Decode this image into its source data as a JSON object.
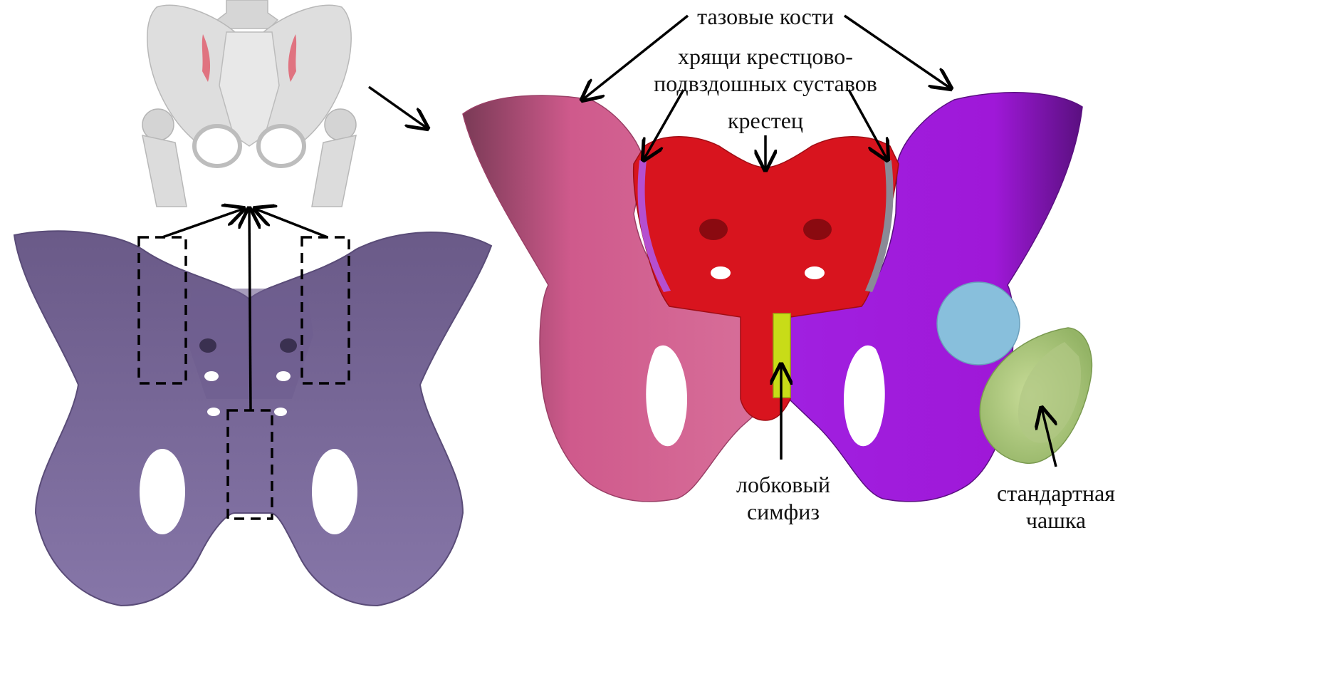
{
  "labels": {
    "pelvic_bones": "тазовые кости",
    "si_cartilage_line1": "хрящи крестцово-",
    "si_cartilage_line2": "подвздошных суставов",
    "sacrum": "крестец",
    "symphysis_line1": "лобковый",
    "symphysis_line2": "симфиз",
    "cup_line1": "стандартная",
    "cup_line2": "чашка"
  },
  "colors": {
    "sacrum": "#d8141e",
    "right_pelvic_bone": "#cf5a8c",
    "left_pelvic_bone": "#9f18d8",
    "cartilage_left": "#b54fd0",
    "cartilage_right": "#8a8a96",
    "symphysis": "#c8dc18",
    "femoral_head": "#88bfdc",
    "cup": "#a8c874",
    "purple_model": "#7c6c9c",
    "reference_bone": "#dcdcdc",
    "reference_highlight": "#e06070"
  }
}
